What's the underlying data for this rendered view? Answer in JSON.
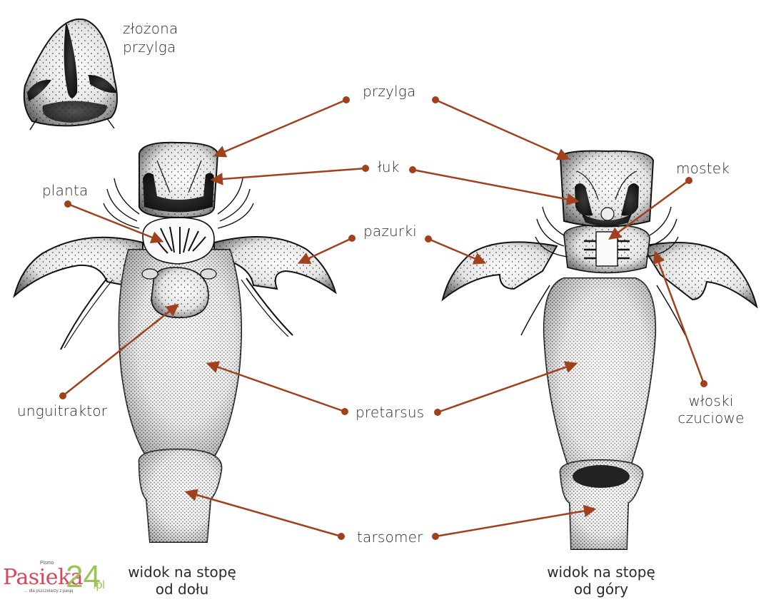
{
  "diagram": {
    "type": "anatomical-illustration",
    "subject": "bee foot (pretarsus) — view from below and from above",
    "leader_color": "#a0401c",
    "labels": {
      "folded": [
        "złożona",
        "przylga"
      ],
      "przylga": "przylga",
      "luk": "łuk",
      "pazurki": "pazurki",
      "planta": "planta",
      "mostek": "mostek",
      "unguitraktor": "unguitraktor",
      "pretarsus": "pretarsus",
      "wloski": [
        "włoski",
        "czuciowe"
      ],
      "tarsomer": "tarsomer"
    },
    "captions": {
      "left": [
        "widok na stopę",
        "od dołu"
      ],
      "right": [
        "widok na stopę",
        "od góry"
      ]
    }
  },
  "logo": {
    "pismo": "Pismo",
    "name": "Pasieka",
    "number": "24",
    "tld": ".pl",
    "tagline": "... dla pszczelarzy z pasją",
    "name_color": "#d84a5a",
    "number_color": "#9cc35a"
  }
}
